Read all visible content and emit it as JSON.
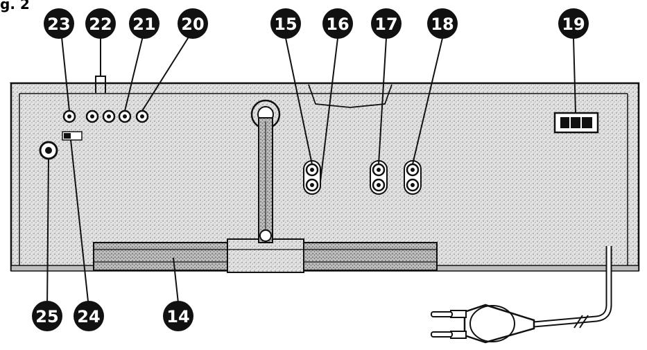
{
  "figure_label": "g. 2",
  "callouts": [
    "14",
    "15",
    "16",
    "17",
    "18",
    "19",
    "20",
    "21",
    "22",
    "23",
    "24",
    "25"
  ],
  "colors": {
    "ink": "#111111",
    "panel_fill": "#d9d9d9",
    "paper": "#ffffff"
  }
}
